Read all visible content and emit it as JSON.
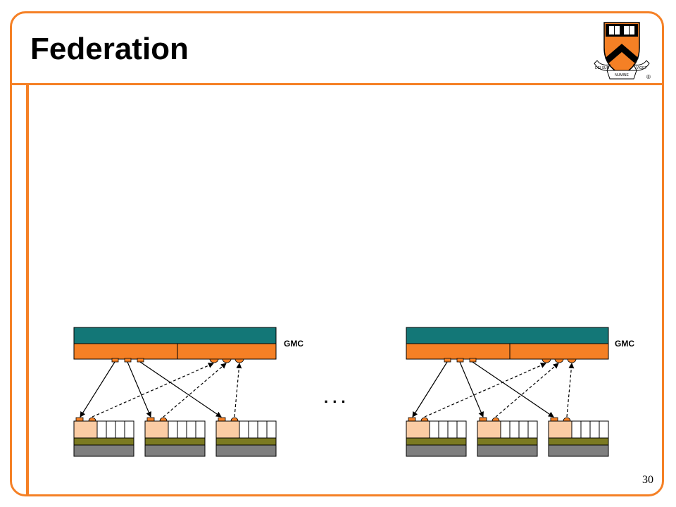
{
  "slide": {
    "title": "Federation",
    "page_number": "30"
  },
  "logo": {
    "icon": "princeton-shield-logo",
    "motto_left": "DEI SUB",
    "motto_center": "NUMINE",
    "motto_right": "VIGET",
    "registered_mark": "®"
  },
  "diagram": {
    "ellipsis": ". . .",
    "clusters": [
      {
        "gmc_label": "GMC"
      },
      {
        "gmc_label": "GMC"
      }
    ]
  },
  "colors": {
    "accent_orange": "#f58025",
    "teal": "#137777",
    "peach": "#fbcca4",
    "olive": "#7b7a22",
    "gray": "#7f7f7f"
  }
}
